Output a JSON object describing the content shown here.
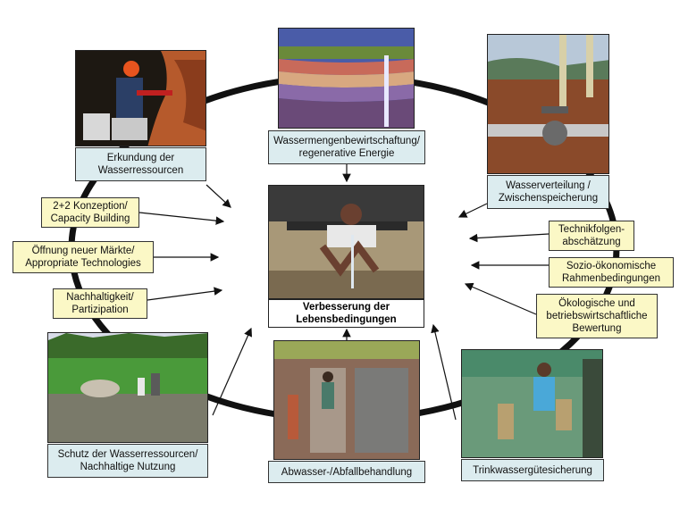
{
  "center": {
    "title_line1": "Verbesserung der",
    "title_line2": "Lebensbedingungen"
  },
  "cycle": {
    "exploration": {
      "line1": "Erkundung der",
      "line2": "Wasserressourcen"
    },
    "water_management": {
      "line1": "Wassermengenbewirtschaftung/",
      "line2": "regenerative Energie"
    },
    "distribution": {
      "line1": "Wasserverteilung /",
      "line2": "Zwischenspeicherung"
    },
    "protection": {
      "line1": "Schutz der Wasserressourcen/",
      "line2": "Nachhaltige Nutzung"
    },
    "wastewater": {
      "line1": "Abwasser-/Abfallbehandlung"
    },
    "quality": {
      "line1": "Trinkwassergütesicherung"
    }
  },
  "inputs_left": [
    {
      "line1": "2+2 Konzeption/",
      "line2": "Capacity Building"
    },
    {
      "line1": "Öffnung neuer Märkte/",
      "line2": "Appropriate Technologies"
    },
    {
      "line1": "Nachhaltigkeit/",
      "line2": "Partizipation"
    }
  ],
  "inputs_right": [
    {
      "line1": "Technikfolgen-",
      "line2": "abschätzung"
    },
    {
      "line1": "Sozio-ökonomische",
      "line2": "Rahmenbedingungen"
    },
    {
      "line1": "Ökologische und",
      "line2": "betriebswirtschaftliche",
      "line3": "Bewertung"
    }
  ]
}
